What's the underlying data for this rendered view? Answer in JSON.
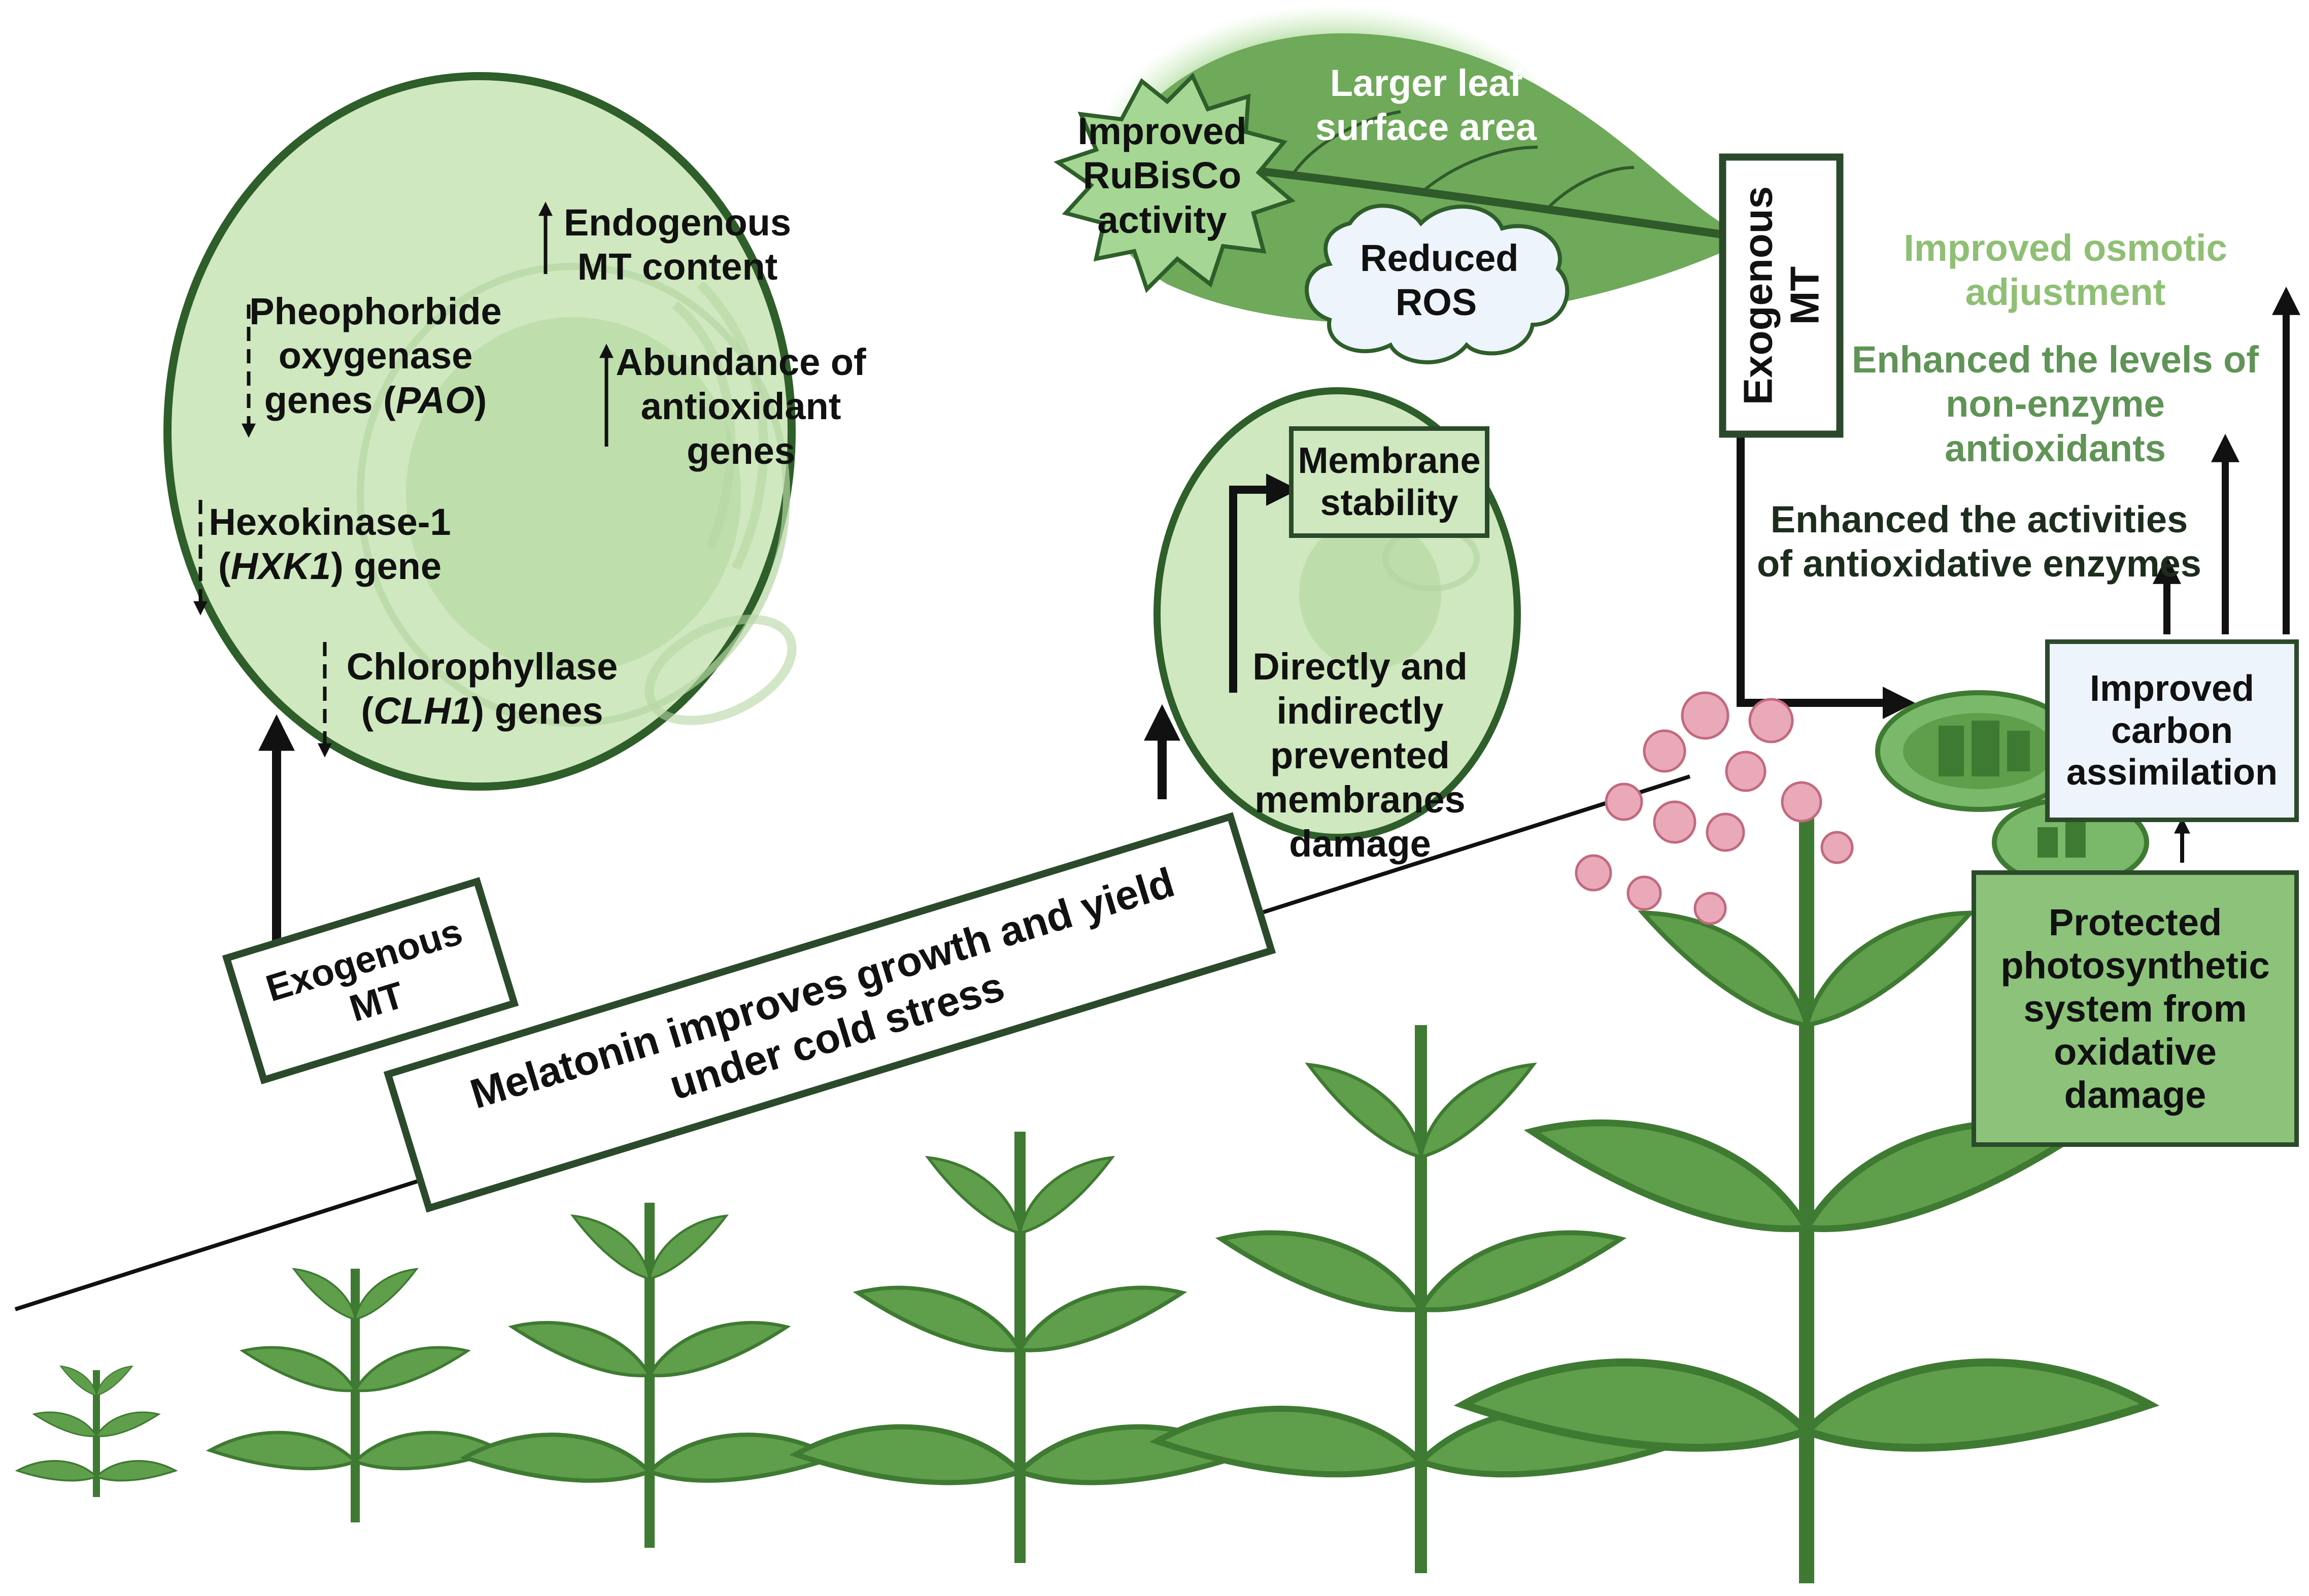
{
  "cell_left": {
    "endogenous": "Endogenous MT content",
    "pao_l1": "Pheophorbide",
    "pao_l2": "oxygenase",
    "pao_l3a": "genes (",
    "pao_l3b": "PAO",
    "pao_l3c": ")",
    "antiox_l1": "Abundance of",
    "antiox_l2": "antioxidant",
    "antiox_l3": "genes",
    "hxk_l1": "Hexokinase-1",
    "hxk_l2a": "(",
    "hxk_l2b": "HXK1",
    "hxk_l2c": ") gene",
    "clh_l1": "Chlorophyllase",
    "clh_l2a": "(",
    "clh_l2b": "CLH1",
    "clh_l2c": ") genes"
  },
  "leaf": {
    "rubisco": "Improved RuBisCo activity",
    "surface": "Larger leaf surface area",
    "ros": "Reduced ROS"
  },
  "cell_mid": {
    "membrane": "Membrane stability",
    "prevented": "Directly and indirectly prevented membranes damage"
  },
  "exogenous_left": "Exogenous MT",
  "exogenous_right": "Exogenous MT",
  "banner": "Melatonin improves growth and yield under cold stress",
  "right": {
    "osmotic": "Improved osmotic adjustment",
    "nonenzyme": "Enhanced the levels of non-enzyme antioxidants",
    "enzymes": "Enhanced the activities of antioxidative enzymes",
    "carbon": "Improved carbon assimilation",
    "protected": "Protected photosynthetic system from oxidative damage"
  },
  "colors": {
    "cell_fill": "#cfe8bf",
    "cell_stroke": "#2e5e2a",
    "dark_green": "#2b4a2b",
    "leaf": "#6fa95a",
    "plant": "#5f9e4a",
    "text_light": "#8fbf74",
    "text_mid": "#5f9456",
    "box_fill": "#8cc27a",
    "flower": "#e9a9b8"
  }
}
